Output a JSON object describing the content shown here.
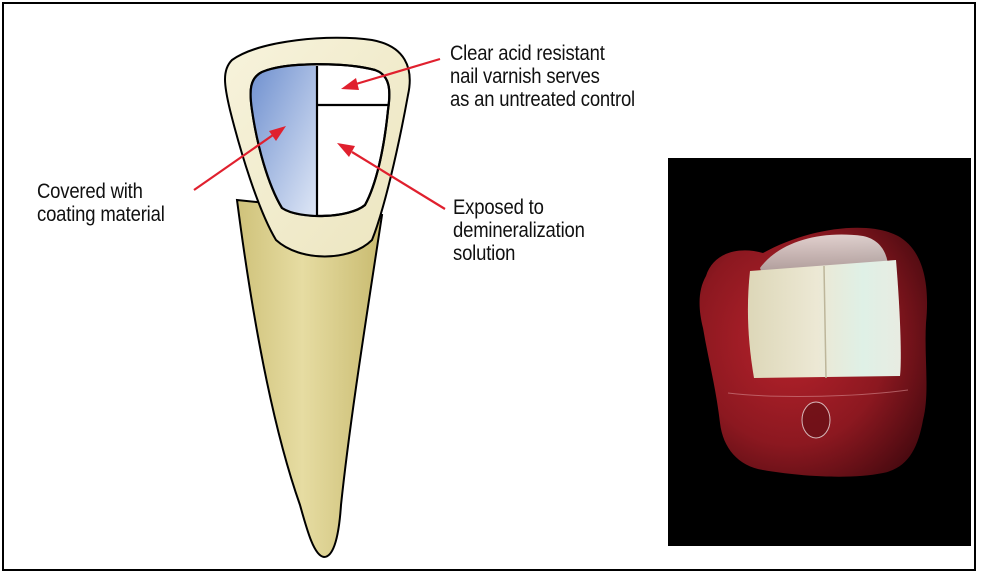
{
  "labels": {
    "top_right": [
      "Clear acid resistant",
      "nail varnish serves",
      "as an untreated control"
    ],
    "left": [
      "Covered with",
      "coating material"
    ],
    "right_mid": [
      "Exposed to",
      "demineralization",
      "solution"
    ]
  },
  "colors": {
    "arrow": "#e0202e",
    "root": "#dccf8a",
    "enamel_rim": "#f5f0d6",
    "coated": "#7f9fd4",
    "photo_bg": "#000000",
    "photo_tissue": "#8c1820",
    "photo_enamel": "#e6e2cf"
  }
}
